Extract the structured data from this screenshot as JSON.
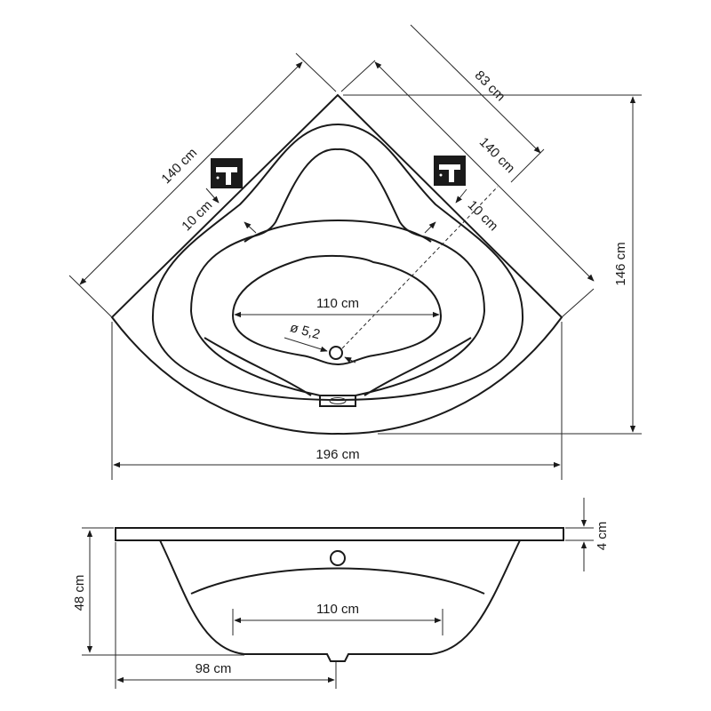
{
  "top_view": {
    "left_edge_length": "140 cm",
    "left_offset": "10 cm",
    "right_edge_length": "140 cm",
    "right_offset": "10 cm",
    "diagonal_to_drain": "83 cm",
    "depth": "146 cm",
    "inner_width": "110 cm",
    "drain_diameter": "ø 5,2",
    "total_width": "196 cm",
    "icons": [
      "faucet-icon",
      "faucet-icon"
    ]
  },
  "side_view": {
    "inner_width": "110 cm",
    "height": "48 cm",
    "half_width": "98 cm",
    "rim_thickness": "4 cm"
  }
}
